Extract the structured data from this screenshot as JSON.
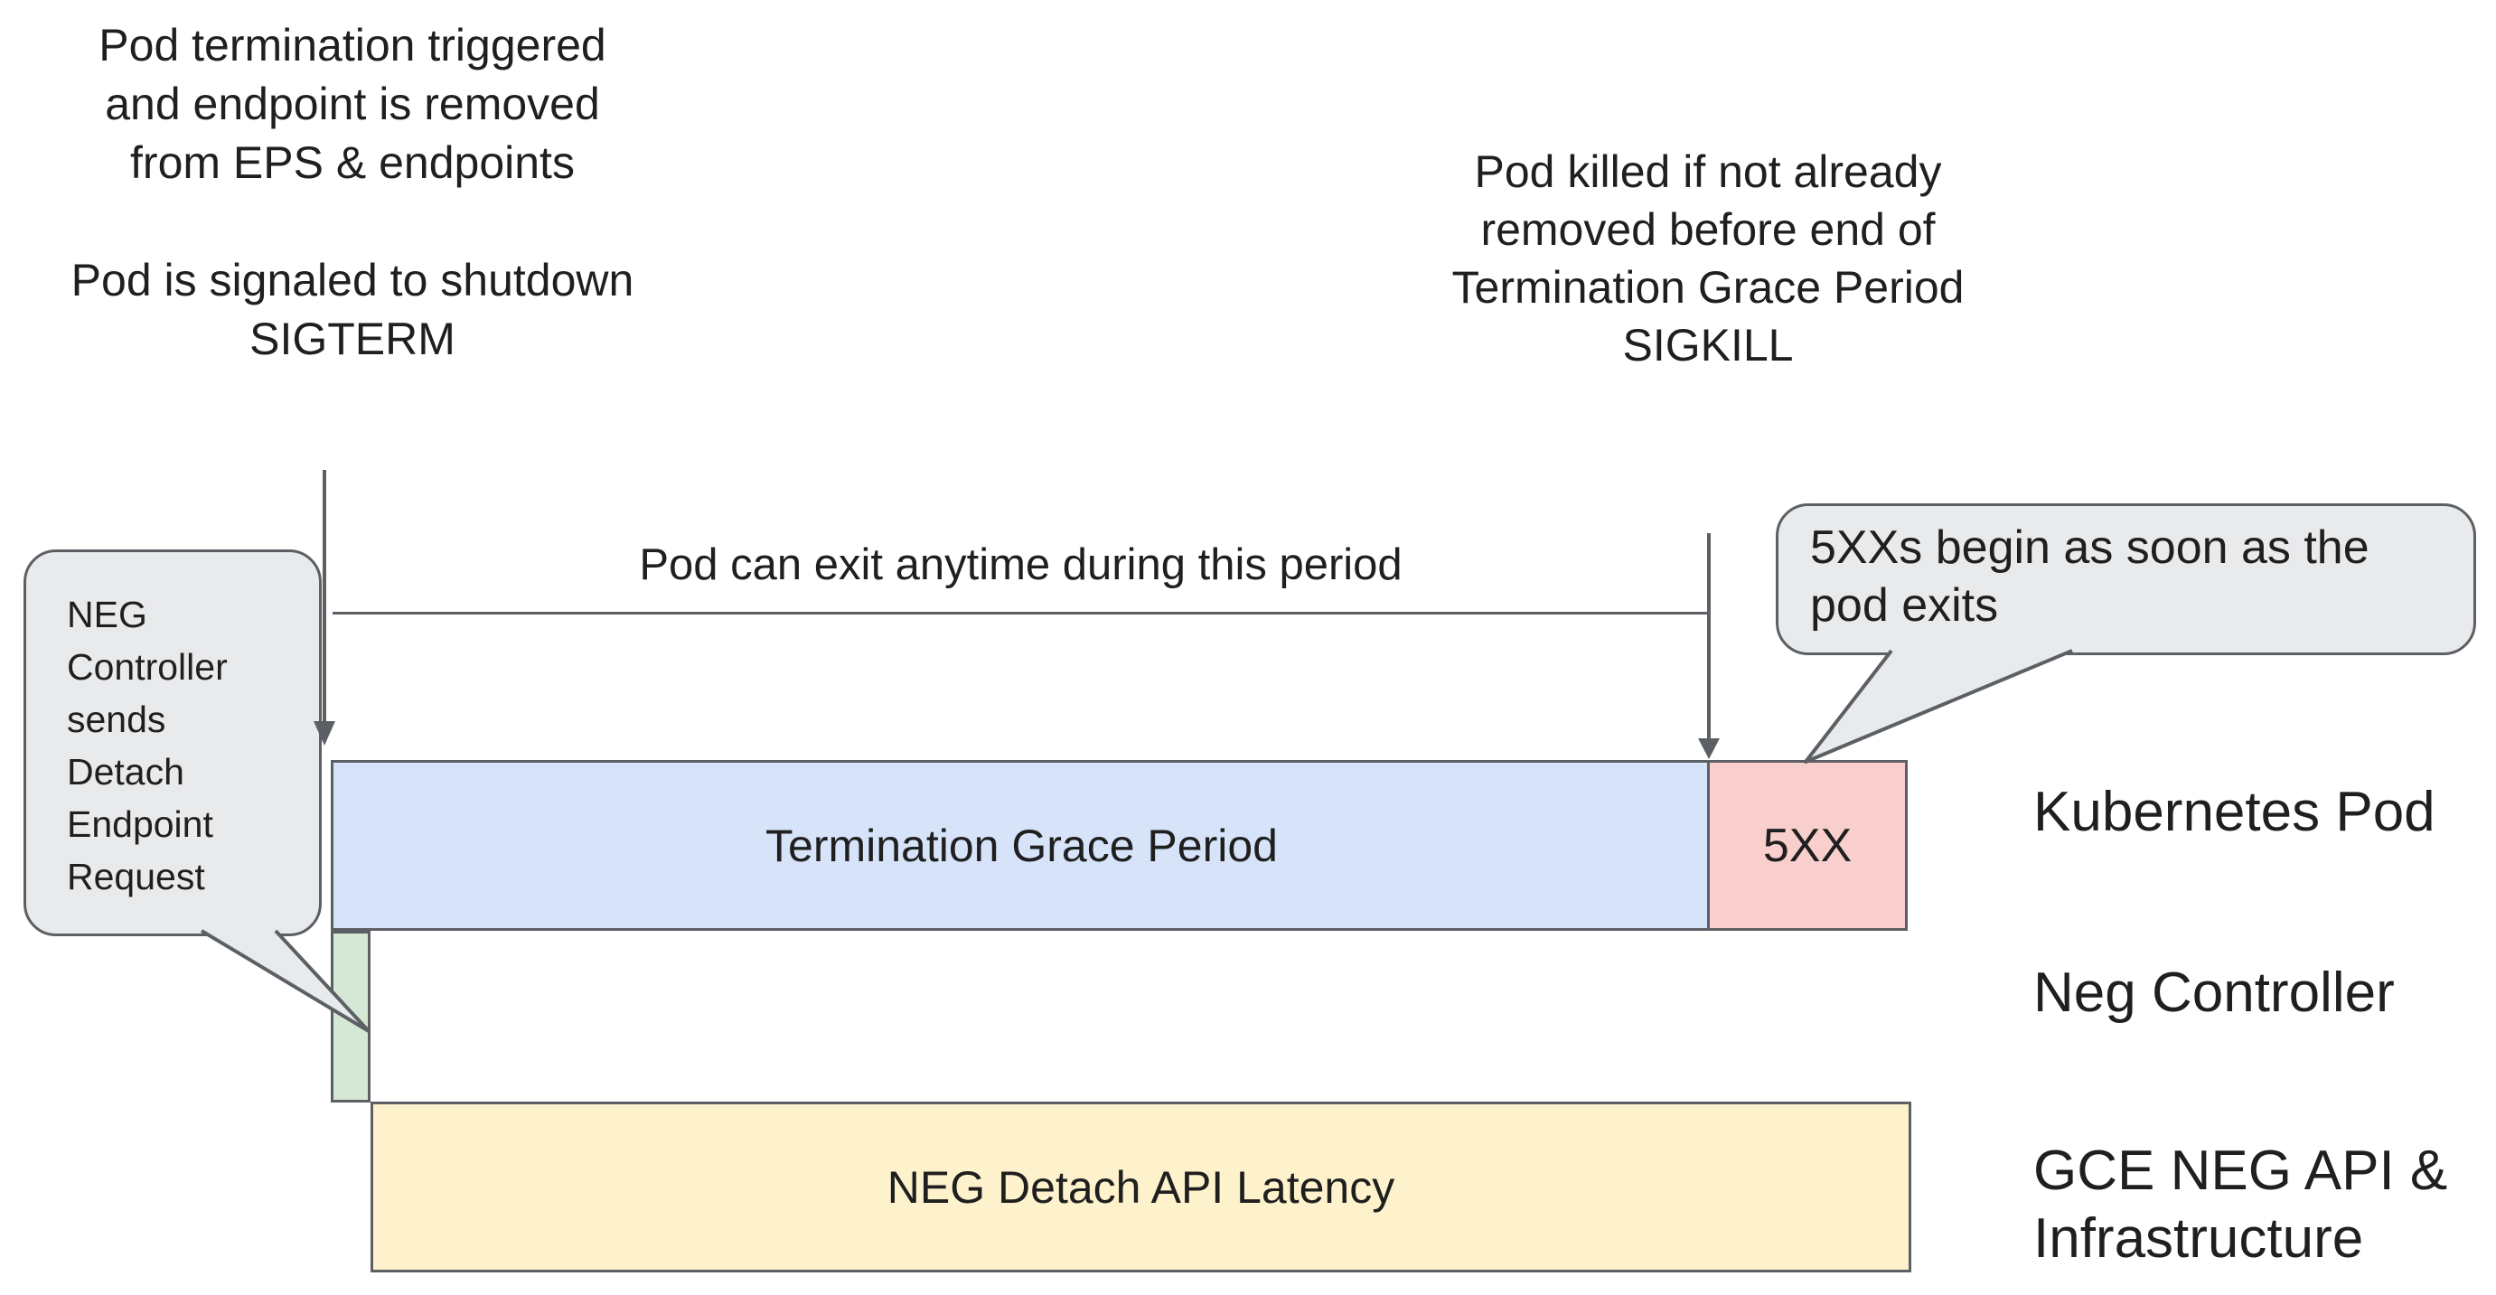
{
  "colors": {
    "blue-fill": "#d6e3f8",
    "pink-fill": "#f8cfcd",
    "green-fill": "#d4e8d5",
    "yellow-fill": "#fdf2cc",
    "callout-fill": "#e9eaec",
    "stroke": "#5c5f63",
    "text": "#1f1f1f"
  },
  "annotations": {
    "pod_termination": "Pod termination triggered\nand endpoint is removed\nfrom EPS & endpoints",
    "pod_signaled": "Pod is signaled to shutdown\nSIGTERM",
    "pod_killed": "Pod killed if not already\nremoved before end of\nTermination Grace Period\nSIGKILL",
    "exit_period": "Pod can exit anytime during this period"
  },
  "callouts": {
    "left": "NEG\nController\nsends\nDetach\nEndpoint\nRequest",
    "right": "5XXs begin as soon as the\npod exits"
  },
  "timeline": {
    "termination_grace_period": "Termination Grace Period",
    "five_xx": "5XX",
    "neg_detach_api_latency": "NEG Detach API Latency"
  },
  "lanes": [
    {
      "label": "Kubernetes Pod"
    },
    {
      "label": "Neg Controller"
    },
    {
      "label": "GCE NEG API &\nInfrastructure"
    }
  ]
}
